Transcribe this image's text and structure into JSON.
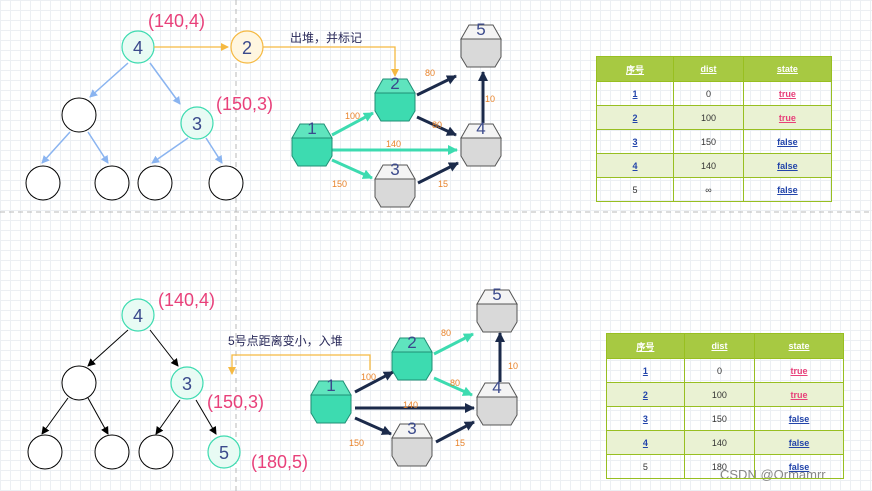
{
  "top": {
    "heap_root": {
      "value": "4",
      "label": "(140,4)"
    },
    "heap_child": {
      "value": "3",
      "label": "(150,3)"
    },
    "popped_node": {
      "value": "2"
    },
    "note": "出堆，并标记",
    "graph": {
      "nodes": [
        "1",
        "2",
        "3",
        "4",
        "5"
      ],
      "weights": [
        "100",
        "150",
        "140",
        "80",
        "80",
        "10",
        "15"
      ]
    },
    "table": {
      "headers": [
        "序号",
        "dist",
        "state"
      ],
      "rows": [
        {
          "id": "1",
          "dist": "0",
          "state": "true"
        },
        {
          "id": "2",
          "dist": "100",
          "state": "true"
        },
        {
          "id": "3",
          "dist": "150",
          "state": "false"
        },
        {
          "id": "4",
          "dist": "140",
          "state": "false"
        },
        {
          "id": "5",
          "dist": "∞",
          "state": "false"
        }
      ]
    }
  },
  "bottom": {
    "heap_root": {
      "value": "4",
      "label": "(140,4)"
    },
    "heap_child": {
      "value": "3",
      "label": "(150,3)"
    },
    "heap_new": {
      "value": "5",
      "label": "(180,5)"
    },
    "note": "5号点距离变小，入堆",
    "graph": {
      "nodes": [
        "1",
        "2",
        "3",
        "4",
        "5"
      ],
      "weights": [
        "100",
        "150",
        "140",
        "80",
        "80",
        "10",
        "15"
      ]
    },
    "table": {
      "headers": [
        "序号",
        "dist",
        "state"
      ],
      "rows": [
        {
          "id": "1",
          "dist": "0",
          "state": "true"
        },
        {
          "id": "2",
          "dist": "100",
          "state": "true"
        },
        {
          "id": "3",
          "dist": "150",
          "state": "false"
        },
        {
          "id": "4",
          "dist": "140",
          "state": "false"
        },
        {
          "id": "5",
          "dist": "180",
          "state": "false"
        }
      ]
    }
  },
  "watermark": "CSDN @Ormamrr",
  "colors": {
    "teal": "#3ddbb0",
    "dark_arrow": "#1b2a4a",
    "heap_arrow": "#8ab4f0",
    "pink_label": "#e8407a",
    "orange_weight": "#e8832a",
    "table_header": "#a7c942",
    "table_alt_row": "#eaf2d3"
  }
}
